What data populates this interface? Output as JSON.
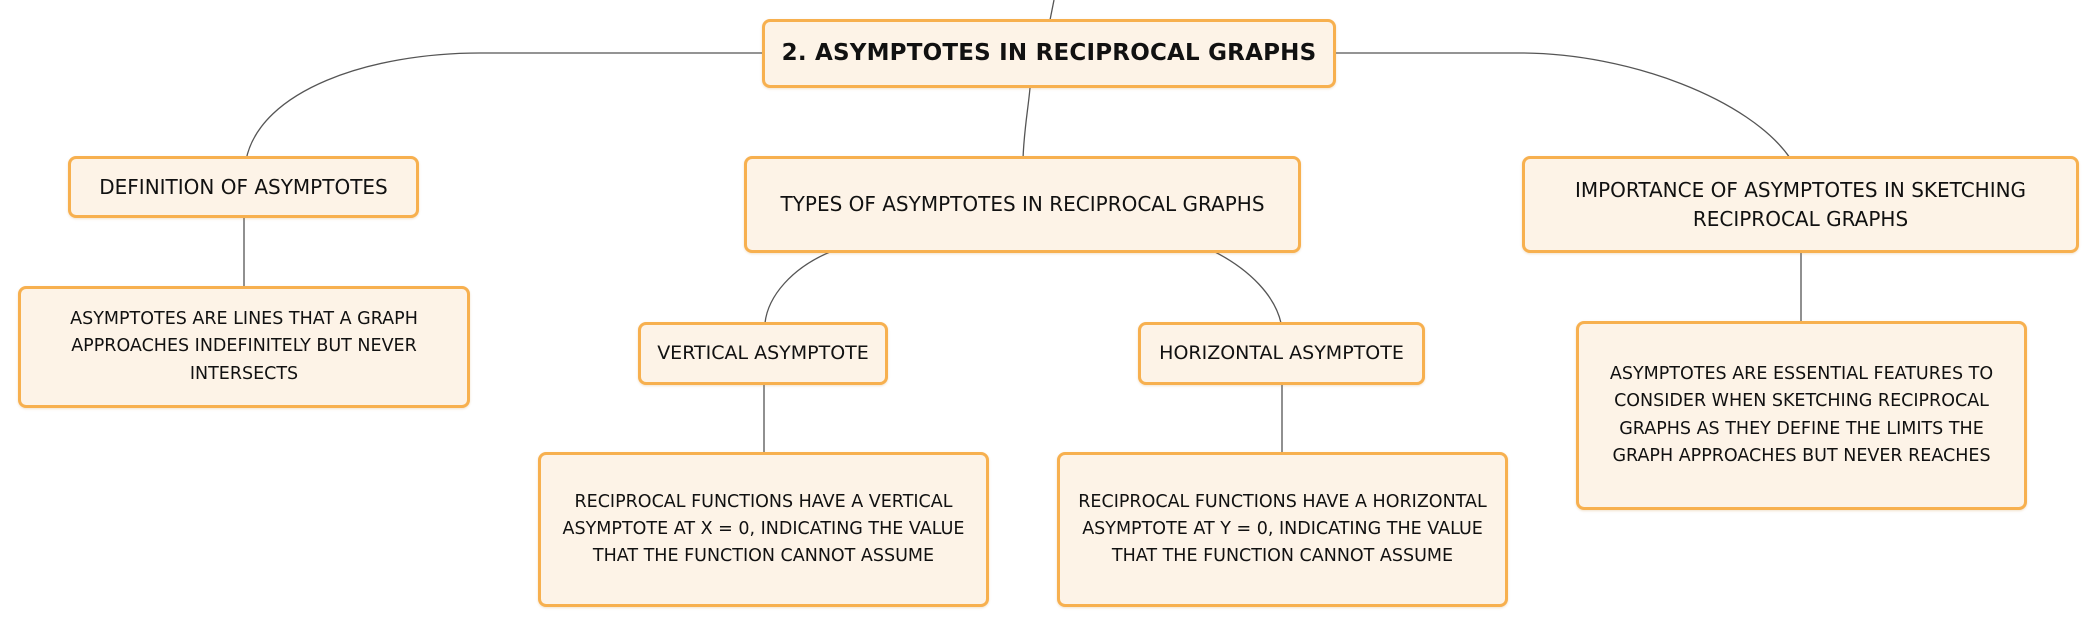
{
  "root": {
    "label": "2. ASYMPTOTES IN RECIPROCAL GRAPHS"
  },
  "definition": {
    "label": "DEFINITION OF ASYMPTOTES",
    "detail": "ASYMPTOTES ARE LINES THAT A GRAPH APPROACHES INDEFINITELY BUT NEVER INTERSECTS"
  },
  "types": {
    "label": "TYPES OF ASYMPTOTES IN RECIPROCAL GRAPHS",
    "vertical": {
      "label": "VERTICAL ASYMPTOTE",
      "detail": "RECIPROCAL FUNCTIONS HAVE A VERTICAL ASYMPTOTE AT X = 0, INDICATING THE VALUE THAT THE FUNCTION CANNOT ASSUME"
    },
    "horizontal": {
      "label": "HORIZONTAL ASYMPTOTE",
      "detail": "RECIPROCAL FUNCTIONS HAVE A HORIZONTAL ASYMPTOTE AT Y = 0, INDICATING THE VALUE THAT THE FUNCTION CANNOT ASSUME"
    }
  },
  "importance": {
    "label": "IMPORTANCE OF ASYMPTOTES IN SKETCHING RECIPROCAL GRAPHS",
    "detail": "ASYMPTOTES ARE ESSENTIAL FEATURES TO CONSIDER WHEN SKETCHING RECIPROCAL GRAPHS AS THEY DEFINE THE LIMITS THE GRAPH APPROACHES BUT NEVER REACHES"
  },
  "colors": {
    "node_fill": "#fdf3e7",
    "node_border": "#f7b04f",
    "connector": "#555555"
  }
}
